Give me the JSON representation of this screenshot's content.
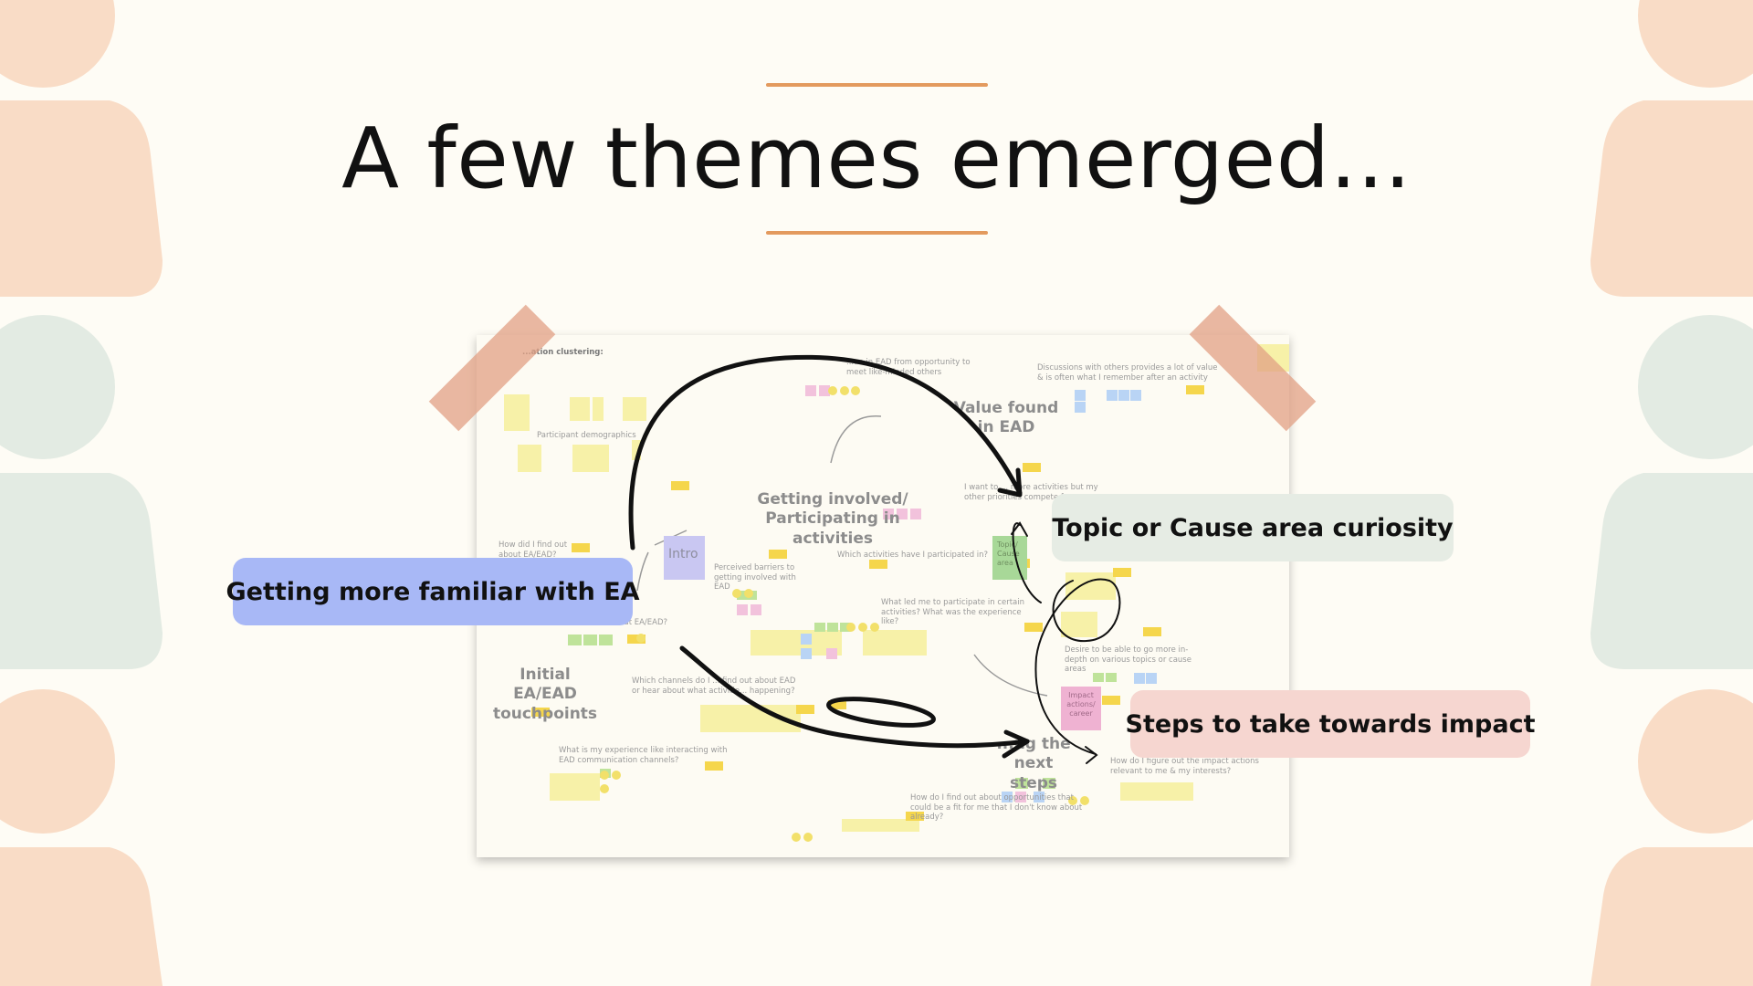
{
  "slide": {
    "title": "A few themes emerged..."
  },
  "colors": {
    "background": "#fefcf5",
    "peach": "#f9dcc6",
    "sage": "#e3ebe3",
    "accent_rule": "#e39a5e",
    "blue_pill": "#a8b8f6",
    "gray_pill": "#e6ece4",
    "pink_pill": "#f6d6d0"
  },
  "board": {
    "corner_label": "...ation clustering:",
    "headings": {
      "value_found": "Value found in EAD",
      "getting_involved": "Getting involved/ Participating in activities",
      "initial_touchpoints": "Initial EA/EAD touchpoints",
      "next_steps": "...ng the next steps"
    },
    "notes": {
      "intro": "Intro",
      "topic_cause": "Topic/ Cause area",
      "impact": "Impact actions/ career"
    },
    "small_text": {
      "participant_demographics": "Participant demographics",
      "value_meet": "...ue in EAD from opportunity to meet like-minded others",
      "discussions": "Discussions with others provides a lot of value & is often what I remember after an activity",
      "want_more": "I want to ... more activities but my other priorities compete f...",
      "find_out": "How did I find out about EA/EAD?",
      "barriers": "Perceived barriers to getting involved with EAD",
      "which_activities": "Which activities have I participated in?",
      "what_led": "What led me to participate in certain activities? What was the experience like?",
      "about_ead": "...out EA/EAD?",
      "desire": "Desire to be able to go more in-depth on various topics or cause areas",
      "channels": "Which channels do I ... find out about EAD or hear about what activitie... happening?",
      "experience": "What is my experience like interacting with EAD communication channels?",
      "figure_out": "How do I figure out the impact actions relevant to me & my interests?",
      "opportunities": "How do I find out about opportunities that could be a fit for me that I don't know about already?"
    }
  },
  "themes": [
    {
      "label": "Getting more familiar with EA"
    },
    {
      "label": "Topic or Cause area curiosity"
    },
    {
      "label": "Steps to take towards impact"
    }
  ]
}
